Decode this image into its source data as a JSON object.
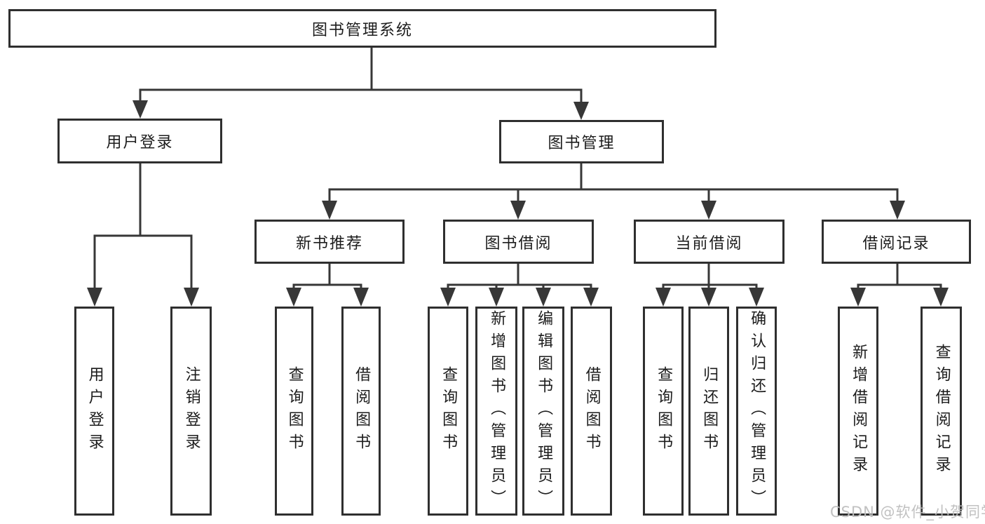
{
  "tree": {
    "root": {
      "label": "图书管理系统"
    },
    "user_login": {
      "label": "用户登录",
      "children": [
        {
          "label": "用户登录"
        },
        {
          "label": "注销登录"
        }
      ]
    },
    "book_management": {
      "label": "图书管理",
      "modules": [
        {
          "label": "新书推荐",
          "children": [
            {
              "label": "查询图书"
            },
            {
              "label": "借阅图书"
            }
          ]
        },
        {
          "label": "图书借阅",
          "children": [
            {
              "label": "查询图书"
            },
            {
              "label": "新增图书（管理员）"
            },
            {
              "label": "编辑图书（管理员）"
            },
            {
              "label": "借阅图书"
            }
          ]
        },
        {
          "label": "当前借阅",
          "children": [
            {
              "label": "查询图书"
            },
            {
              "label": "归还图书"
            },
            {
              "label": "确认归还（管理员）"
            }
          ]
        },
        {
          "label": "借阅记录",
          "children": [
            {
              "label": "新增借阅记录"
            },
            {
              "label": "查询借阅记录"
            }
          ]
        }
      ]
    }
  },
  "watermark": {
    "text": "CSDN @软件_小贺同学"
  },
  "colors": {
    "line": "#373737",
    "box_border": "#2f2f2f",
    "text": "#1c1c1c",
    "watermark": "#bebebe",
    "background": "#ffffff"
  }
}
